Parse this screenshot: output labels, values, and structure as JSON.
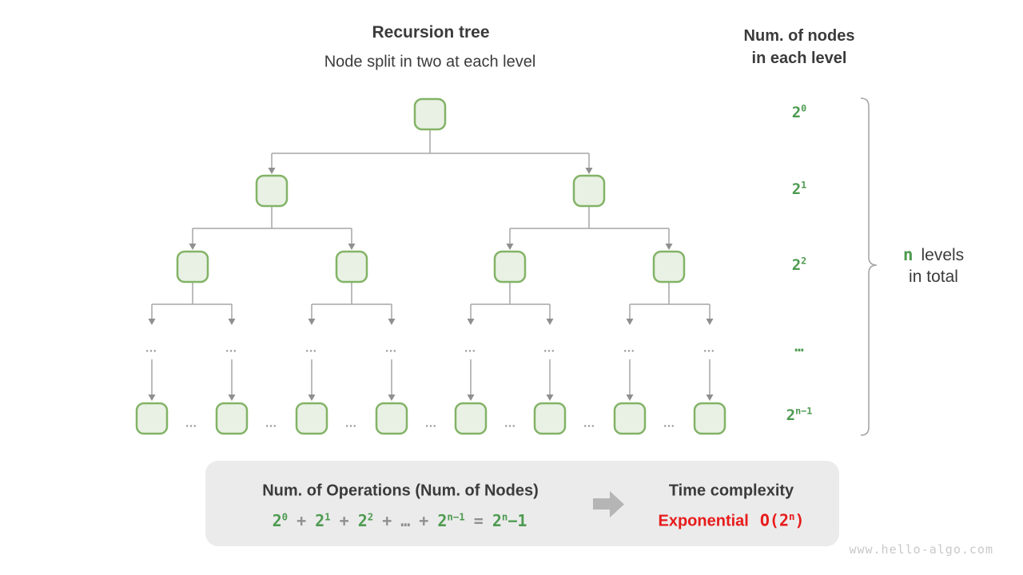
{
  "title": "Recursion tree",
  "subtitle": "Node split in two at each level",
  "right_header_line1": "Num. of nodes",
  "right_header_line2": "in each level",
  "level_labels": [
    {
      "base": "2",
      "sup": "0"
    },
    {
      "base": "2",
      "sup": "1"
    },
    {
      "base": "2",
      "sup": "2"
    },
    {
      "base": "…",
      "sup": ""
    },
    {
      "base": "2",
      "sup": "n−1"
    }
  ],
  "brace_note": {
    "highlight": "n",
    "line1_rest": "levels",
    "line2": "in total"
  },
  "tree": {
    "ellipsis": "…"
  },
  "summary_box": {
    "operations_title": "Num. of Operations (Num. of Nodes)",
    "formula_tokens": [
      {
        "base": "2",
        "sup": "0",
        "color": "green"
      },
      {
        "base": "+",
        "color": "gray"
      },
      {
        "base": "2",
        "sup": "1",
        "color": "green"
      },
      {
        "base": "+",
        "color": "gray"
      },
      {
        "base": "2",
        "sup": "2",
        "color": "green"
      },
      {
        "base": "+",
        "color": "gray"
      },
      {
        "base": "…",
        "color": "gray"
      },
      {
        "base": "+",
        "color": "gray"
      },
      {
        "base": "2",
        "sup": "n−1",
        "color": "green"
      },
      {
        "base": "=",
        "color": "gray"
      },
      {
        "base": "2",
        "sup": "n",
        "after": "−1",
        "color": "green"
      }
    ],
    "complexity_title": "Time complexity",
    "complexity_word": "Exponential",
    "complexity_math": {
      "base": "O(2",
      "sup": "n",
      "after": ")"
    }
  },
  "watermark": "www.hello-algo.com",
  "colors": {
    "green_text": "#4e9b51",
    "gray_text": "#8f8f8f",
    "red": "#e81b1b",
    "node_fill": "#e9f1e4",
    "node_border": "#82b366",
    "line_gray": "#a6a6a6",
    "arrow_gray": "#8f8f8f",
    "block_arrow": "#b5b5b5"
  }
}
